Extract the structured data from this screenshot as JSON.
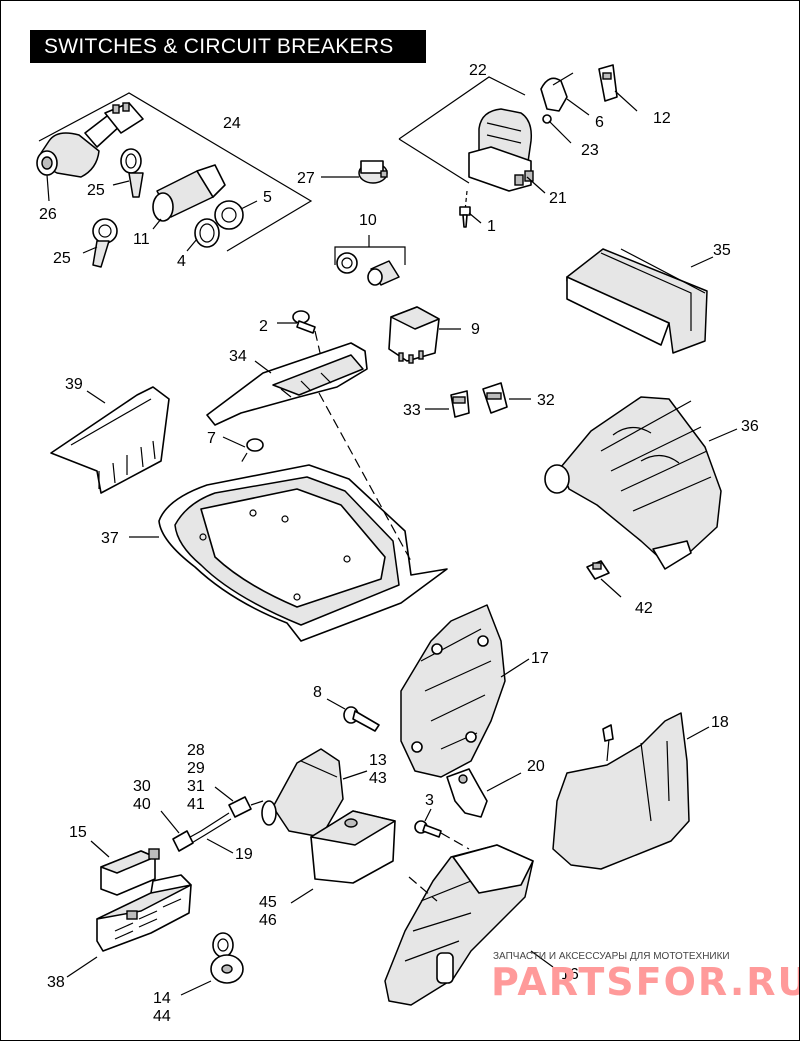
{
  "title": "SWITCHES & CIRCUIT BREAKERS",
  "watermark": {
    "subtitle": "ЗАПЧАСТИ И АКСЕССУАРЫ ДЛЯ МОТОТЕХНИКИ",
    "brand": "PARTSFOR.RU",
    "color": "#ff9a9a"
  },
  "callouts": {
    "c22": "22",
    "c12": "12",
    "c6": "6",
    "c23": "23",
    "c21": "21",
    "c1": "1",
    "c24": "24",
    "c5": "5",
    "c4": "4",
    "c11": "11",
    "c25a": "25",
    "c25b": "25",
    "c26": "26",
    "c27": "27",
    "c10": "10",
    "c35": "35",
    "c2": "2",
    "c9": "9",
    "c34": "34",
    "c39": "39",
    "c33": "33",
    "c32": "32",
    "c7": "7",
    "c36": "36",
    "c37": "37",
    "c42": "42",
    "c17": "17",
    "c8": "8",
    "c18": "18",
    "c28": "28",
    "c29": "29",
    "c31": "31",
    "c41": "41",
    "c13": "13",
    "c43": "43",
    "c20": "20",
    "c30": "30",
    "c40": "40",
    "c3": "3",
    "c15": "15",
    "c19": "19",
    "c45": "45",
    "c46": "46",
    "c38": "38",
    "c16": "16",
    "c14": "14",
    "c44": "44"
  }
}
